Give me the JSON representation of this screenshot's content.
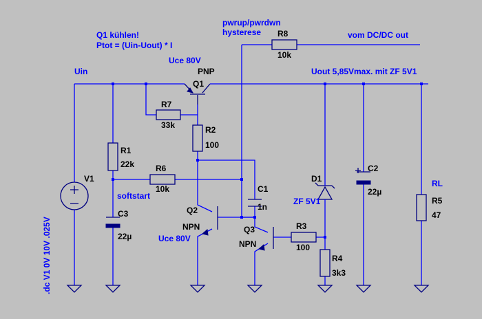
{
  "annotations": {
    "q1_cooling": "Q1 kühlen!",
    "q1_ptot": "Ptot = (Uin-Uout) * I",
    "q1_uce": "Uce 80V",
    "q2_uce": "Uce 80V",
    "hysteresis_line1": "pwrup/pwrdwn",
    "hysteresis_line2": "hysterese",
    "from_dcdc": "vom DC/DC out",
    "uin": "Uin",
    "uout": "Uout 5,85Vmax. mit ZF 5V1",
    "softstart": "softstart",
    "rl": "RL",
    "d1_type": "ZF 5V1",
    "sim_directive": ".dc V1 0V 10V .025V"
  },
  "components": {
    "Q1": {
      "name": "Q1",
      "type": "PNP"
    },
    "Q2": {
      "name": "Q2",
      "type": "NPN"
    },
    "Q3": {
      "name": "Q3",
      "type": "NPN"
    },
    "R1": {
      "name": "R1",
      "value": "22k"
    },
    "R2": {
      "name": "R2",
      "value": "100"
    },
    "R3": {
      "name": "R3",
      "value": "100"
    },
    "R4": {
      "name": "R4",
      "value": "3k3"
    },
    "R5": {
      "name": "R5",
      "value": "47"
    },
    "R6": {
      "name": "R6",
      "value": "10k"
    },
    "R7": {
      "name": "R7",
      "value": "33k"
    },
    "R8": {
      "name": "R8",
      "value": "10k"
    },
    "C1": {
      "name": "C1",
      "value": "1n"
    },
    "C2": {
      "name": "C2",
      "value": "22µ"
    },
    "C3": {
      "name": "C3",
      "value": "22µ"
    },
    "D1": {
      "name": "D1"
    },
    "V1": {
      "name": "V1"
    }
  },
  "colors": {
    "background": "#c0c0c0",
    "wire": "#0000ff",
    "component": "#000080",
    "label": "#000000"
  }
}
